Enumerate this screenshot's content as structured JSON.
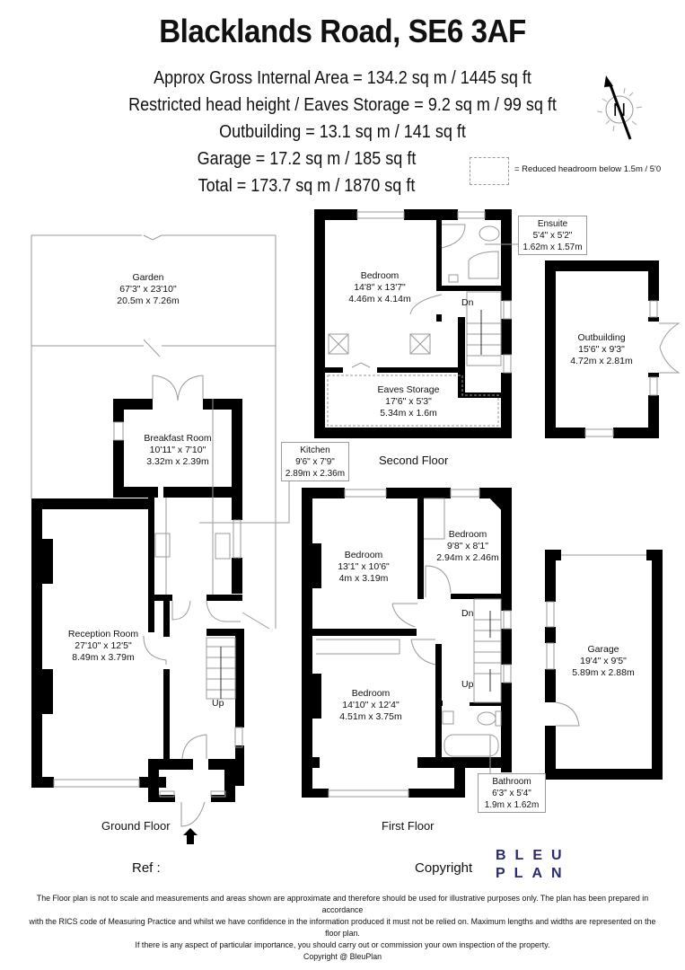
{
  "header": {
    "title": "Blacklands Road, SE6 3AF",
    "areas": [
      "Approx Gross Internal Area = 134.2 sq m / 1445 sq ft",
      "Restricted head height / Eaves Storage = 9.2 sq m / 99 sq ft",
      "Outbuilding = 13.1 sq m / 141 sq ft",
      "Garage = 17.2 sq m / 185 sq ft",
      "Total = 173.7 sq m / 1870 sq ft"
    ],
    "legend": "= Reduced headroom below 1.5m / 5'0",
    "compass": "N"
  },
  "colors": {
    "wall": "#000000",
    "line": "#9a9a9a",
    "brand": "#2a2a6e"
  },
  "rooms": {
    "garden": {
      "name": "Garden",
      "imperial": "67'3\" x 23'10\"",
      "metric": "20.5m x 7.26m"
    },
    "breakfast": {
      "name": "Breakfast Room",
      "imperial": "10'11\" x 7'10\"",
      "metric": "3.32m x 2.39m"
    },
    "kitchen": {
      "name": "Kitchen",
      "imperial": "9'6\" x 7'9\"",
      "metric": "2.89m x 2.36m"
    },
    "reception": {
      "name": "Reception Room",
      "imperial": "27'10\" x 12'5\"",
      "metric": "8.49m x 3.79m"
    },
    "second_bedroom": {
      "name": "Bedroom",
      "imperial": "14'8\" x 13'7\"",
      "metric": "4.46m x 4.14m"
    },
    "ensuite": {
      "name": "Ensuite",
      "imperial": "5'4\" x 5'2\"",
      "metric": "1.62m x 1.57m"
    },
    "eaves": {
      "name": "Eaves Storage",
      "imperial": "17'6\" x 5'3\"",
      "metric": "5.34m x 1.6m"
    },
    "outbuilding": {
      "name": "Outbuilding",
      "imperial": "15'6\" x 9'3\"",
      "metric": "4.72m x 2.81m"
    },
    "first_bed1": {
      "name": "Bedroom",
      "imperial": "13'1\" x 10'6\"",
      "metric": "4m x 3.19m"
    },
    "first_bed2": {
      "name": "Bedroom",
      "imperial": "9'8\" x 8'1\"",
      "metric": "2.94m x 2.46m"
    },
    "first_bed3": {
      "name": "Bedroom",
      "imperial": "14'10\" x 12'4\"",
      "metric": "4.51m x 3.75m"
    },
    "bathroom": {
      "name": "Bathroom",
      "imperial": "6'3\" x 5'4\"",
      "metric": "1.9m x 1.62m"
    },
    "garage": {
      "name": "Garage",
      "imperial": "19'4\" x 9'5\"",
      "metric": "5.89m x 2.88m"
    }
  },
  "stairs": {
    "up": "Up",
    "down": "Dn"
  },
  "floors": {
    "ground": "Ground Floor",
    "first": "First Floor",
    "second": "Second Floor"
  },
  "footer": {
    "ref": "Ref  :",
    "copyright": "Copyright",
    "logo_line1": "BLEU",
    "logo_line2": "PLAN",
    "disclaimer": [
      "The Floor plan is not to scale and measurements and areas shown are approximate and therefore should be used for illustrative purposes only. The plan has been prepared in accordance",
      "with the RICS code of Measuring Practice and whilst we have confidence in the information produced it must not be relied on. Maximum lengths and widths are represented on the floor plan.",
      "If there is any aspect of particular importance, you should carry out or commission your own inspection of the property.",
      "Copyright @ BleuPlan"
    ]
  }
}
